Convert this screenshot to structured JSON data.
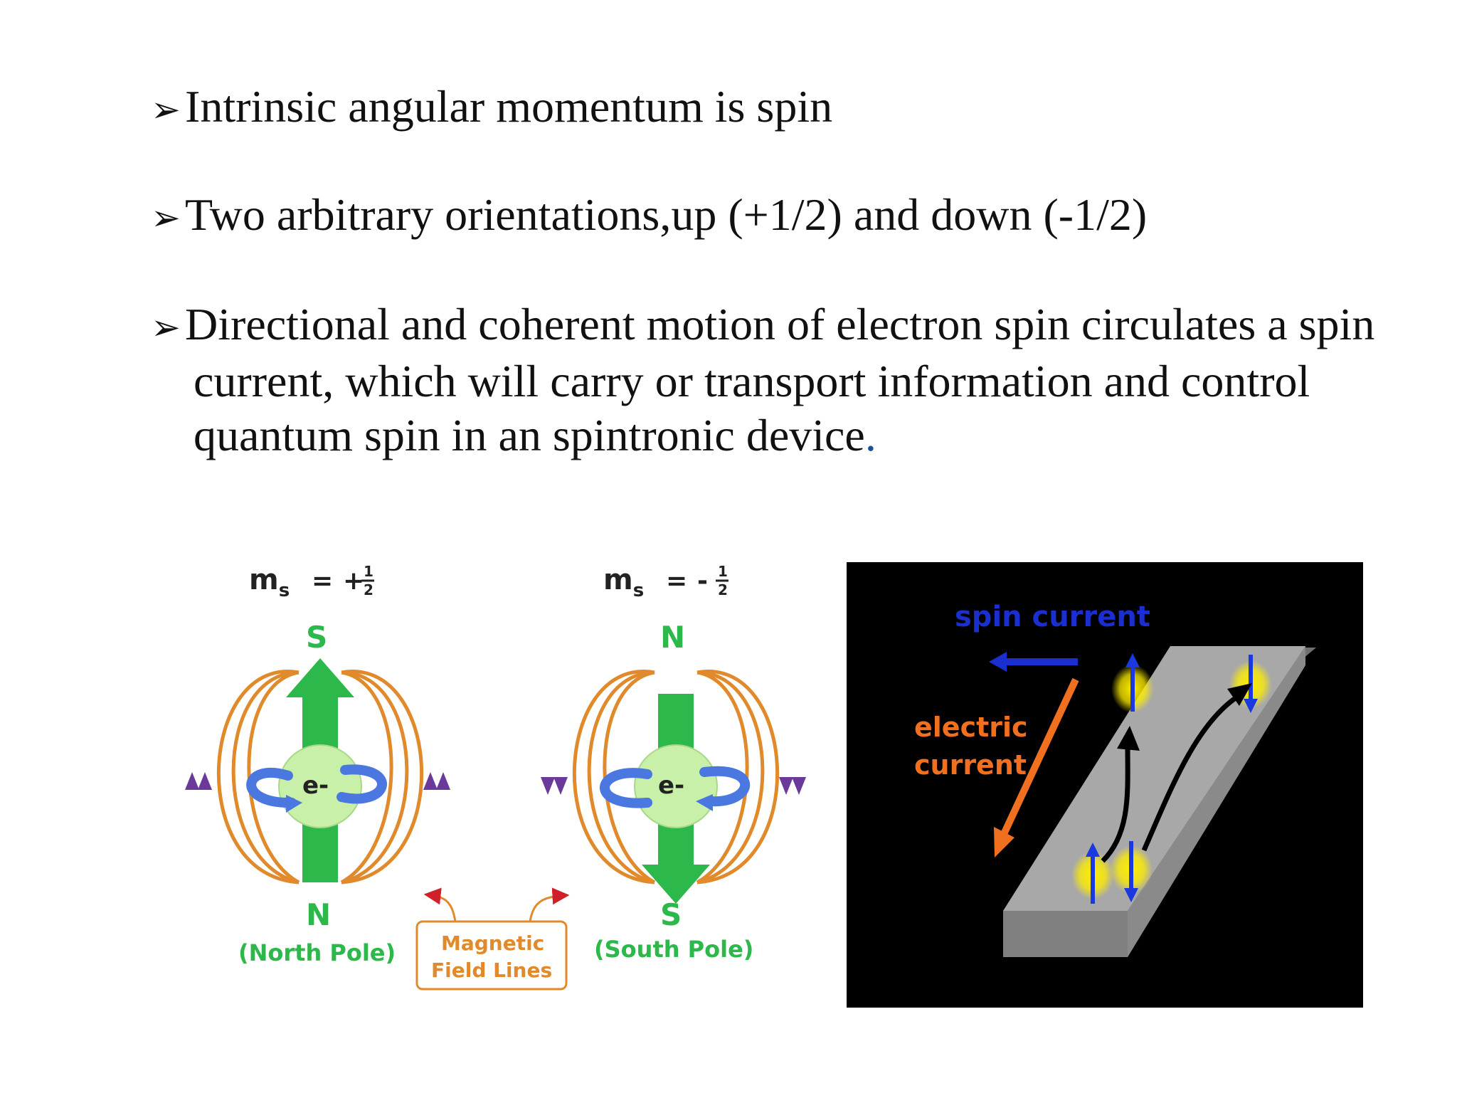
{
  "bullets": [
    {
      "text": "Intrinsic angular momentum is spin"
    },
    {
      "text": "Two arbitrary orientations,up (+1/2) and down (-1/2)"
    },
    {
      "line1": "Directional and coherent motion of electron spin circulates a spin",
      "line2": "current, which will carry or transport information and control",
      "line3": "quantum spin in an spintronic device",
      "period": "."
    }
  ],
  "spin_diagram": {
    "left": {
      "ms_label": "m",
      "ms_sub": "s",
      "ms_eq": "=",
      "ms_sign": "+",
      "ms_num": "1",
      "ms_den": "2",
      "top_pole": "S",
      "bottom_pole": "N",
      "bottom_caption": "(North Pole)",
      "electron": "e-"
    },
    "right": {
      "ms_label": "m",
      "ms_sub": "s",
      "ms_eq": "=",
      "ms_sign": "-",
      "ms_num": "1",
      "ms_den": "2",
      "top_pole": "N",
      "bottom_pole": "S",
      "bottom_caption": "(South Pole)",
      "electron": "e-"
    },
    "callout": {
      "line1": "Magnetic",
      "line2": "Field Lines"
    },
    "colors": {
      "field_line": "#e08a2c",
      "pole_arrow": "#2cb84a",
      "electron": "#c8f0a8",
      "spin_arrow": "#4a78e0",
      "field_marker": "#6a3a9a",
      "callout_arrow": "#d0202a"
    }
  },
  "spin_current_diagram": {
    "spin_current_label": "spin current",
    "electric_current_label_1": "electric",
    "electric_current_label_2": "current",
    "colors": {
      "background": "#000000",
      "plate_top": "#a8a8a8",
      "plate_side": "#808080",
      "spin_current": "#1a2fd0",
      "electric_current": "#f07020",
      "glow": "#ffee00",
      "spin_arrow": "#1a3ae0"
    }
  }
}
